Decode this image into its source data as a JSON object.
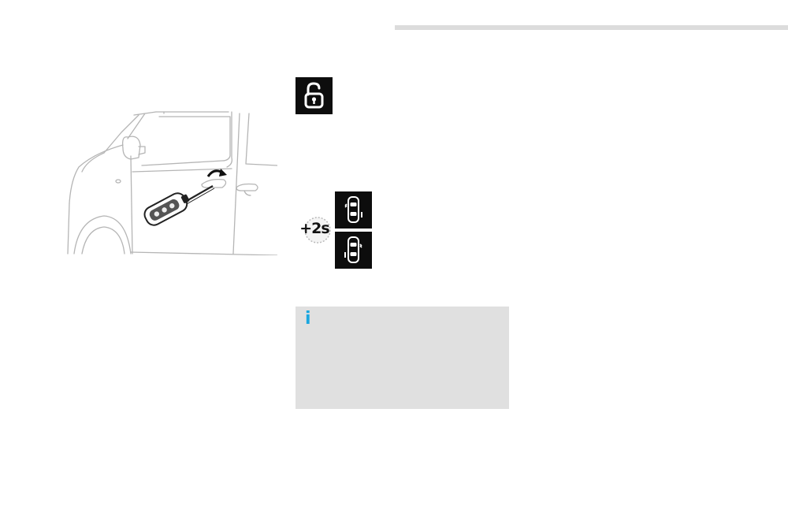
{
  "timer": {
    "label": "+2s"
  },
  "info": {
    "icon_glyph": "i",
    "accent_color": "#1aa7e0"
  },
  "icons": {
    "illustration": "van-door-key-unlock-illustration",
    "unlock": "padlock-open-icon",
    "doors_open": "vehicle-doors-icon",
    "doors_open_alt": "vehicle-doors-icon"
  }
}
